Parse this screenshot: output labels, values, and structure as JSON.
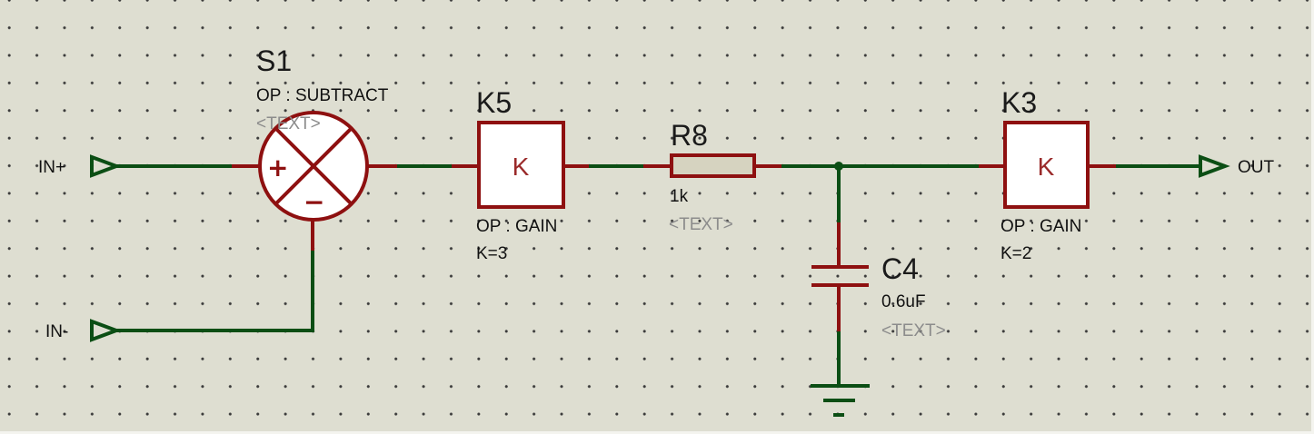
{
  "schematic": {
    "colors": {
      "background": "#deded1",
      "grid_dot": "#3a3a3a",
      "wire": "#0b4e14",
      "component": "#8e1010",
      "component_fill": "#ffffff",
      "resistor_fill": "#d6d3c0",
      "placeholder_text": "#8c8c8c"
    },
    "terminals": {
      "in_plus": {
        "label": "IN+",
        "icon": "input-terminal-icon"
      },
      "in_minus": {
        "label": "IN-",
        "icon": "input-terminal-icon"
      },
      "out": {
        "label": "OUT",
        "icon": "output-terminal-icon"
      }
    },
    "components": {
      "s1": {
        "ref": "S1",
        "op": "OP : SUBTRACT",
        "text": "<TEXT>",
        "plus_sign": "+",
        "minus_sign": "−",
        "icon": "summing-junction-icon"
      },
      "k5": {
        "ref": "K5",
        "symbol": "K",
        "op": "OP : GAIN",
        "value": "K=3",
        "icon": "gain-block-icon"
      },
      "r8": {
        "ref": "R8",
        "value": "1k",
        "text": "<TEXT>",
        "icon": "resistor-icon"
      },
      "c4": {
        "ref": "C4",
        "value": "0.6uF",
        "text": "<TEXT>",
        "icon": "capacitor-icon"
      },
      "k3": {
        "ref": "K3",
        "symbol": "K",
        "op": "OP : GAIN",
        "value": "K=2",
        "icon": "gain-block-icon"
      },
      "gnd": {
        "icon": "ground-icon"
      }
    }
  }
}
